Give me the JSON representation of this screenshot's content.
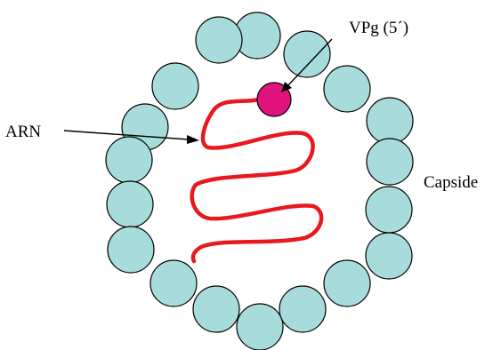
{
  "labels": {
    "vpg": "VPg (5´)",
    "arn": "ARN",
    "capsid": "Capside"
  },
  "colors": {
    "capsomere_fill": "#a8dcdc",
    "capsomere_stroke": "#000000",
    "rna": "#e8191e",
    "vpg_fill": "#e0147c",
    "arrow": "#000000"
  }
}
